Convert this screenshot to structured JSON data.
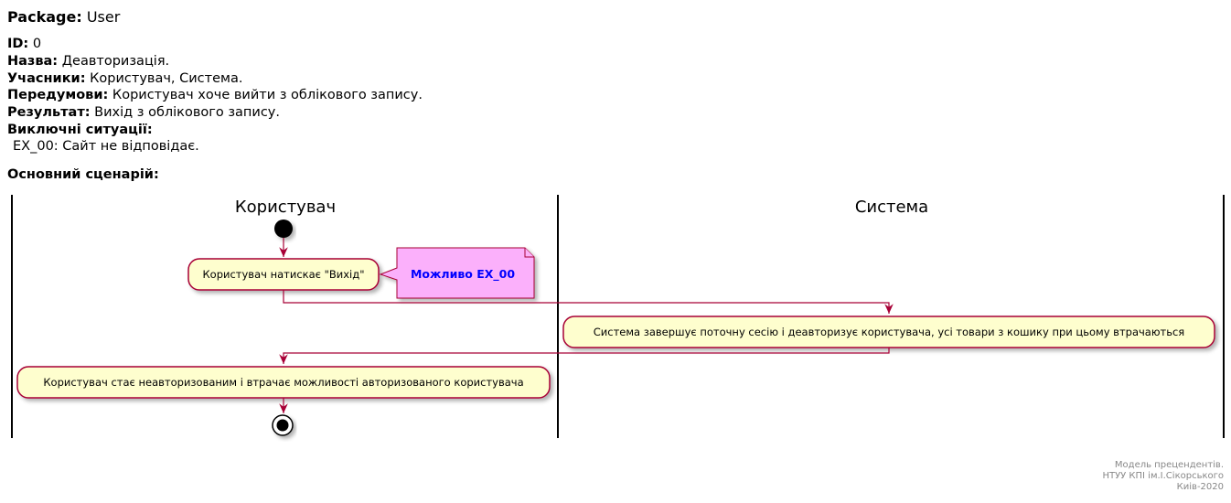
{
  "header": {
    "package_label": "Package:",
    "package_value": "User",
    "fields": [
      {
        "label": "ID:",
        "value": "0"
      },
      {
        "label": "Назва:",
        "value": "Деавторизація."
      },
      {
        "label": "Учасники:",
        "value": "Користувач, Система."
      },
      {
        "label": "Передумови:",
        "value": "Користувач хоче вийти з облікового запису."
      },
      {
        "label": "Результат:",
        "value": "Вихід з облікового запису."
      },
      {
        "label": "Виключні ситуації:",
        "value": ""
      }
    ],
    "exception_line": "EX_00: Сайт не відповідає.",
    "main_scenario_label": "Основний сценарій:"
  },
  "diagram": {
    "lane_user": "Користувач",
    "lane_system": "Система",
    "action_user_click": "Користувач натискає \"Вихід\"",
    "note_text": "Можливо EX_00",
    "action_system": "Система завершує поточну сесію і деавторизує користувача, усі товари з кошику при цьому втрачаються",
    "action_user_result": "Користувач стає неавторизованим і втрачає можливості авторизованого користувача"
  },
  "footer": {
    "line1": "Модель прецендентів.",
    "line2": "НТУУ КПІ ім.І.Сікорського",
    "line3": "Киів-2020"
  },
  "colors": {
    "activity_fill": "#FEFECE",
    "activity_border": "#A80036",
    "note_fill": "#FBB0FB",
    "note_text": "#0000FF"
  }
}
